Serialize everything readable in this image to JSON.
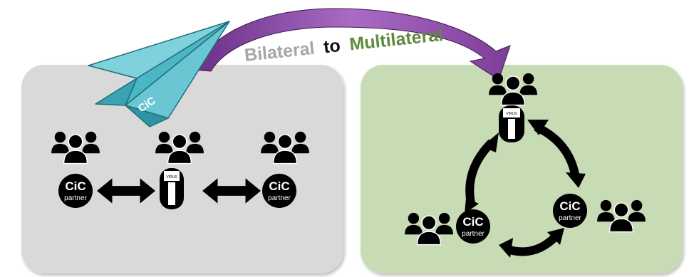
{
  "title": {
    "part1": "Bilateral",
    "part2": "to",
    "part3": "Multilateral",
    "colors": {
      "part1": "#a6a6a6",
      "part2": "#111111",
      "part3": "#5e8a3a"
    }
  },
  "plane_label": "CiC",
  "badge": {
    "top": "CiC",
    "bottom": "partner"
  },
  "tube_label": "VIRUS",
  "colors": {
    "left_panel": "#d9d9d9",
    "right_panel": "#c7dbb4",
    "arc_fill": "#9b5fb5",
    "plane": "#5fc4cf",
    "icon": "#000000"
  }
}
